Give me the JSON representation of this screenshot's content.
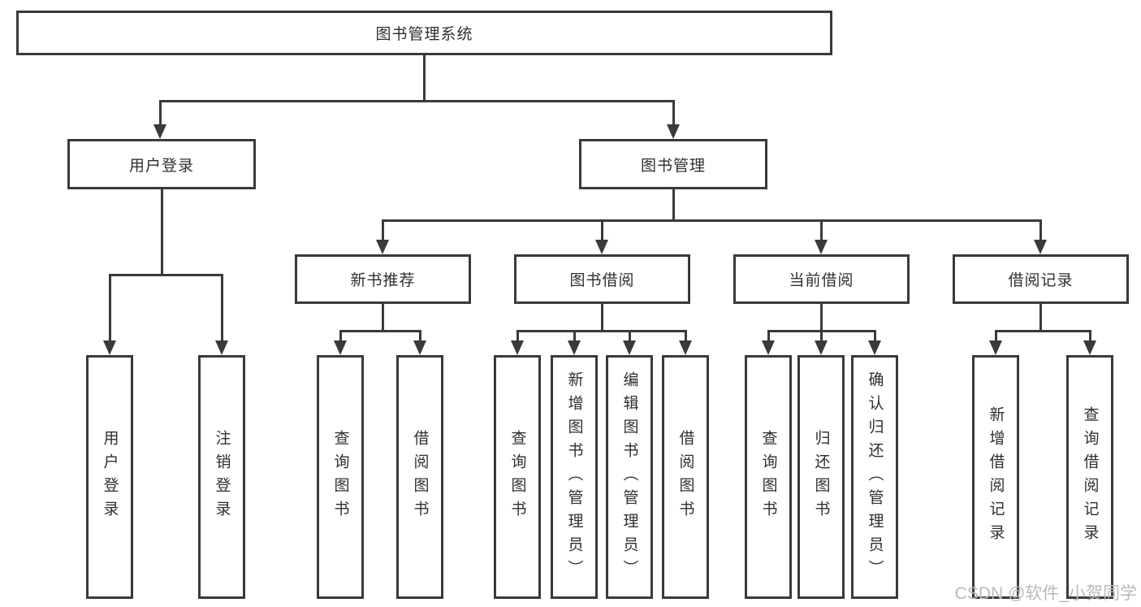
{
  "diagram_title": "图书管理系统",
  "nodes": {
    "root": "图书管理系统",
    "user_login": "用户登录",
    "book_management": "图书管理",
    "new_book_recommend": "新书推荐",
    "book_borrowing": "图书借阅",
    "current_borrowing": "当前借阅",
    "borrowing_records": "借阅记录",
    "leaf_user_login": "用户登录",
    "leaf_logout": "注销登录",
    "leaf_query_books_recommend": "查询图书",
    "leaf_borrow_books_recommend": "借阅图书",
    "leaf_query_books_borrowing": "查询图书",
    "leaf_add_books_admin": "新增图书（管理员）",
    "leaf_edit_books_admin": "编辑图书（管理员）",
    "leaf_borrow_books_borrowing": "借阅图书",
    "leaf_query_books_current": "查询图书",
    "leaf_return_books": "归还图书",
    "leaf_confirm_return_admin": "确认归还（管理员）",
    "leaf_add_borrow_record": "新增借阅记录",
    "leaf_query_borrow_record": "查询借阅记录"
  },
  "watermark": "CSDN @软件_小贺同学",
  "colors": {
    "line": "#3a3a3a",
    "box_background": "#ffffff",
    "text": "#2f2f2f",
    "watermark": "#b6bac1"
  }
}
